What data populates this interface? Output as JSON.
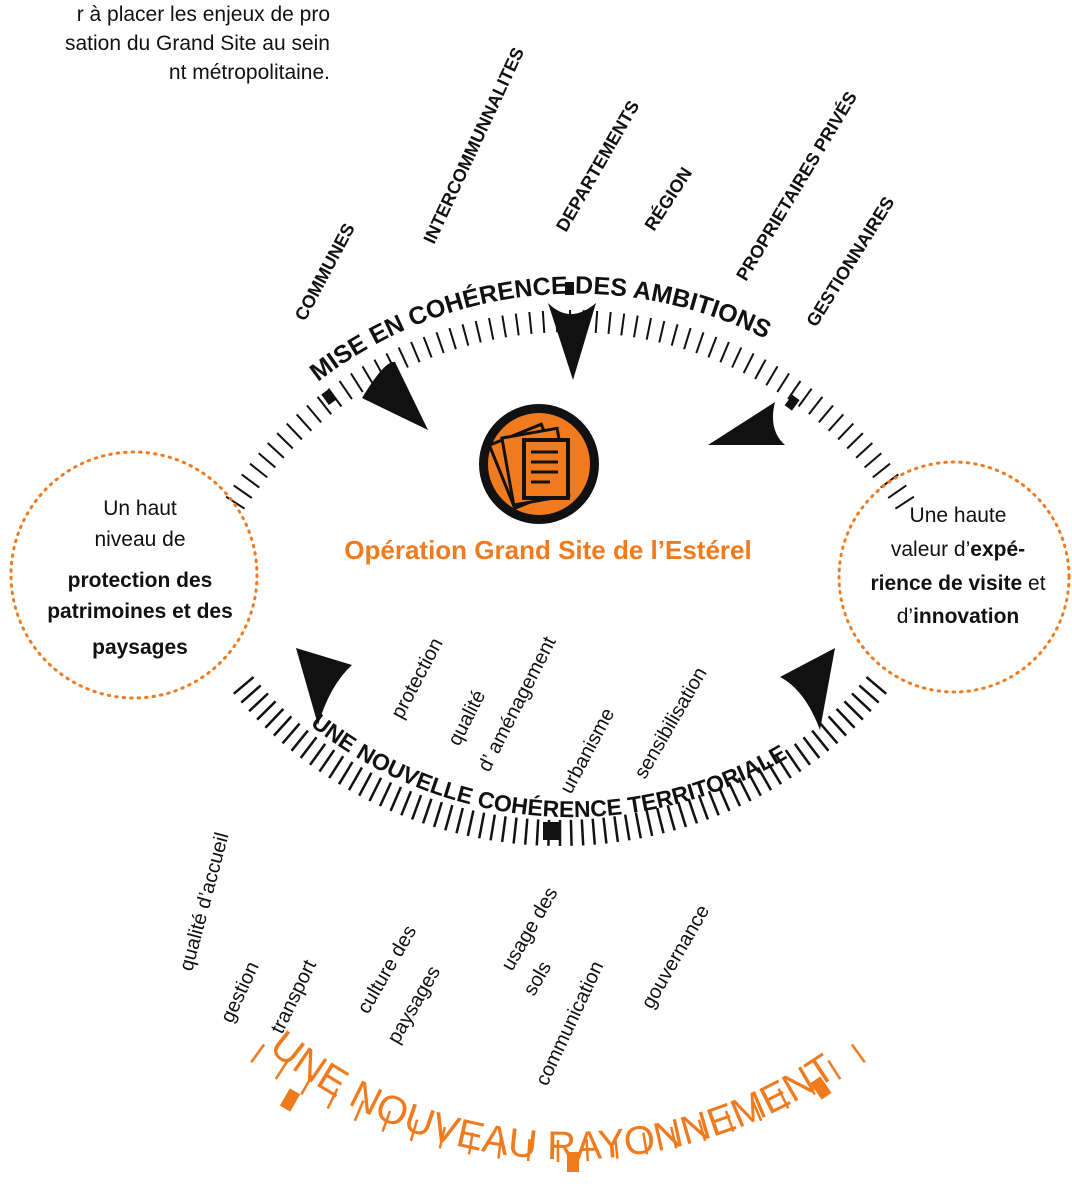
{
  "colors": {
    "accent": "#f07b1f",
    "ink": "#111111",
    "dotted": "#f07b1f"
  },
  "intro": {
    "line1": "r à placer les enjeux de pro",
    "line2": "sation du Grand Site au sein",
    "line3": "nt métropolitaine."
  },
  "top_actors": [
    "COMMUNES",
    "INTERCOMMUNNALITES",
    "DEPARTEMENTS",
    "RÉGION",
    "PROPRIETAIRES PRIVÉS",
    "GESTIONNAIRES"
  ],
  "top_arc_title": "MISE EN COHÉRENCE DES AMBITIONS",
  "center": {
    "icon": "documents-icon",
    "title": "Opération Grand Site de l’Estérel"
  },
  "left_circle": {
    "line1": "Un haut",
    "line2": "niveau de",
    "line3": "protection des",
    "line4": "patrimoines et des",
    "line5": "paysages"
  },
  "right_circle": {
    "line1": "Une haute",
    "line2a": "valeur  d’",
    "line2b": "expé-",
    "line3a": "rience de visite",
    "line3b": " et",
    "line4a": "d’",
    "line4b": "innovation"
  },
  "middle_themes": {
    "t1": "protection",
    "t2a": "qualité",
    "t2b": "d’ aménagement",
    "t3": "urbanisme",
    "t4": "sensibilisation"
  },
  "middle_arc_title": "UNE NOUVELLE COHÉRENCE TERRITORIALE",
  "bottom_themes": {
    "b1": "qualité d’accueil",
    "b2": "gestion",
    "b3": "transport",
    "b4a": "culture des",
    "b4b": "paysages",
    "b5a": "usage des",
    "b5b": "sols",
    "b6": "communication",
    "b7": "gouvernance"
  },
  "bottom_arc_title": "UNE NOUVEAU RAYONNEMENT"
}
